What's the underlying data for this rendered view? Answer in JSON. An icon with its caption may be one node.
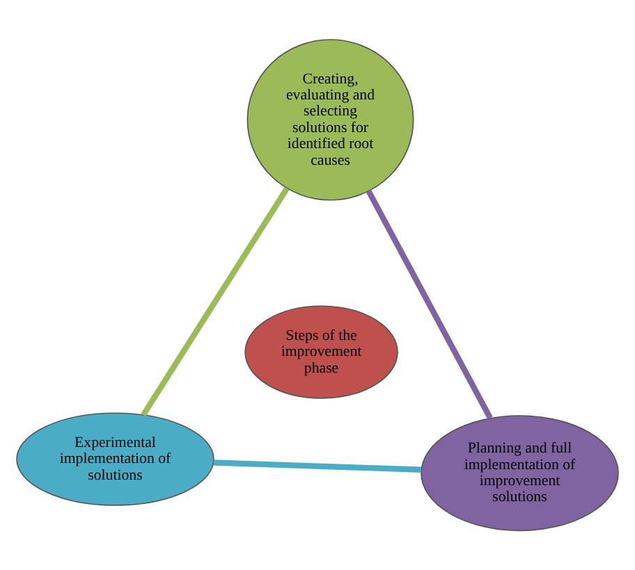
{
  "diagram": {
    "nodes": [
      {
        "text": [
          "Creating, evaluating and selecting solutions for identified root causes"
        ]
      },
      {
        "text": [
          "Steps of the improvement phase"
        ]
      },
      {
        "text": [
          "Planning and full implementation of improvement solutions"
        ]
      },
      {
        "text": [
          "Experimental implementation of solutions"
        ]
      }
    ],
    "edges": [
      {
        "from": 0,
        "to": 3,
        "arrow": "none",
        "color": "#9bbb59"
      },
      {
        "from": 3,
        "to": 2,
        "arrow": "none",
        "color": "#4bacc6"
      },
      {
        "from": 2,
        "to": 0,
        "arrow": "none",
        "color": "#8064a2"
      }
    ]
  }
}
